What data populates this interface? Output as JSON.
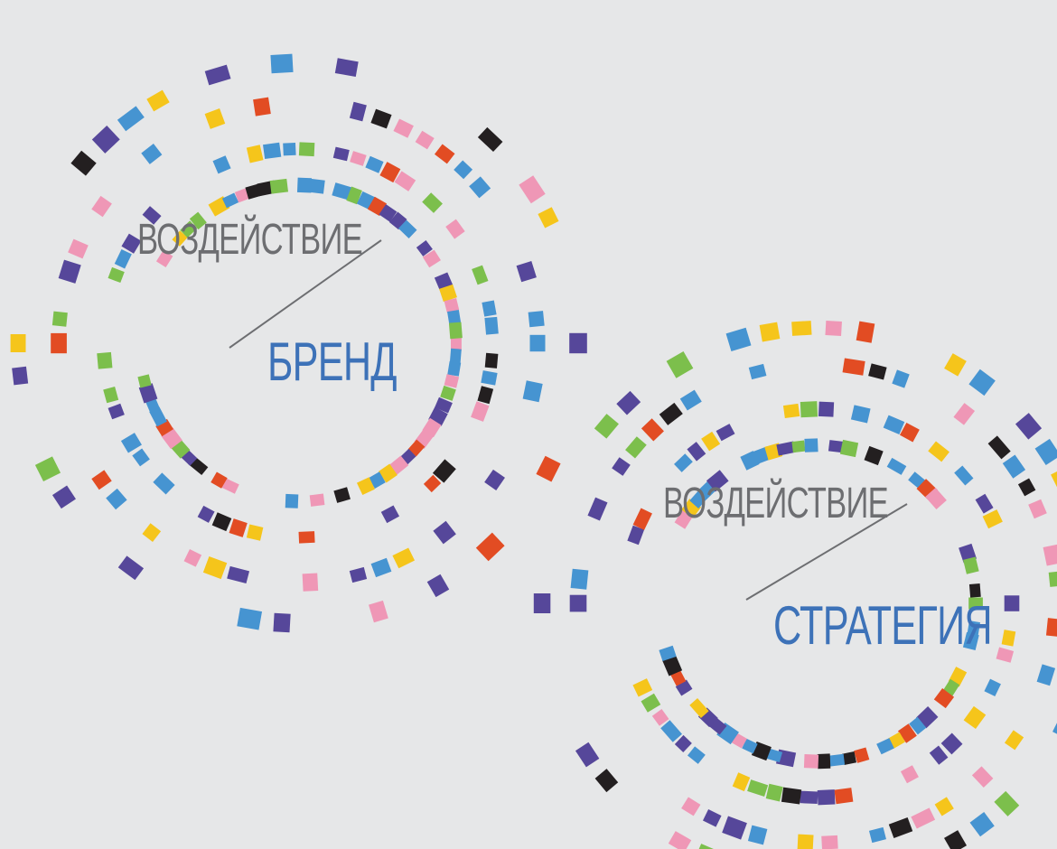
{
  "palette": {
    "blue": "#4694d1",
    "purple": "#56479a",
    "pink": "#ef97b6",
    "black": "#231f20",
    "green": "#7cbf4c",
    "yellow": "#f5c51b",
    "red": "#e24c23",
    "gray": "#bcbdbe",
    "title_gray": "#6d6e71",
    "title_blue": "#3d72b8",
    "background": "#e6e7e8"
  },
  "graphics": [
    {
      "top_word": "ВОЗДЕЙСТВИЕ",
      "main_word": "БРЕНД"
    },
    {
      "top_word": "ВОЗДЕЙСТВИЕ",
      "main_word": "СТРАТЕГИЯ"
    }
  ]
}
